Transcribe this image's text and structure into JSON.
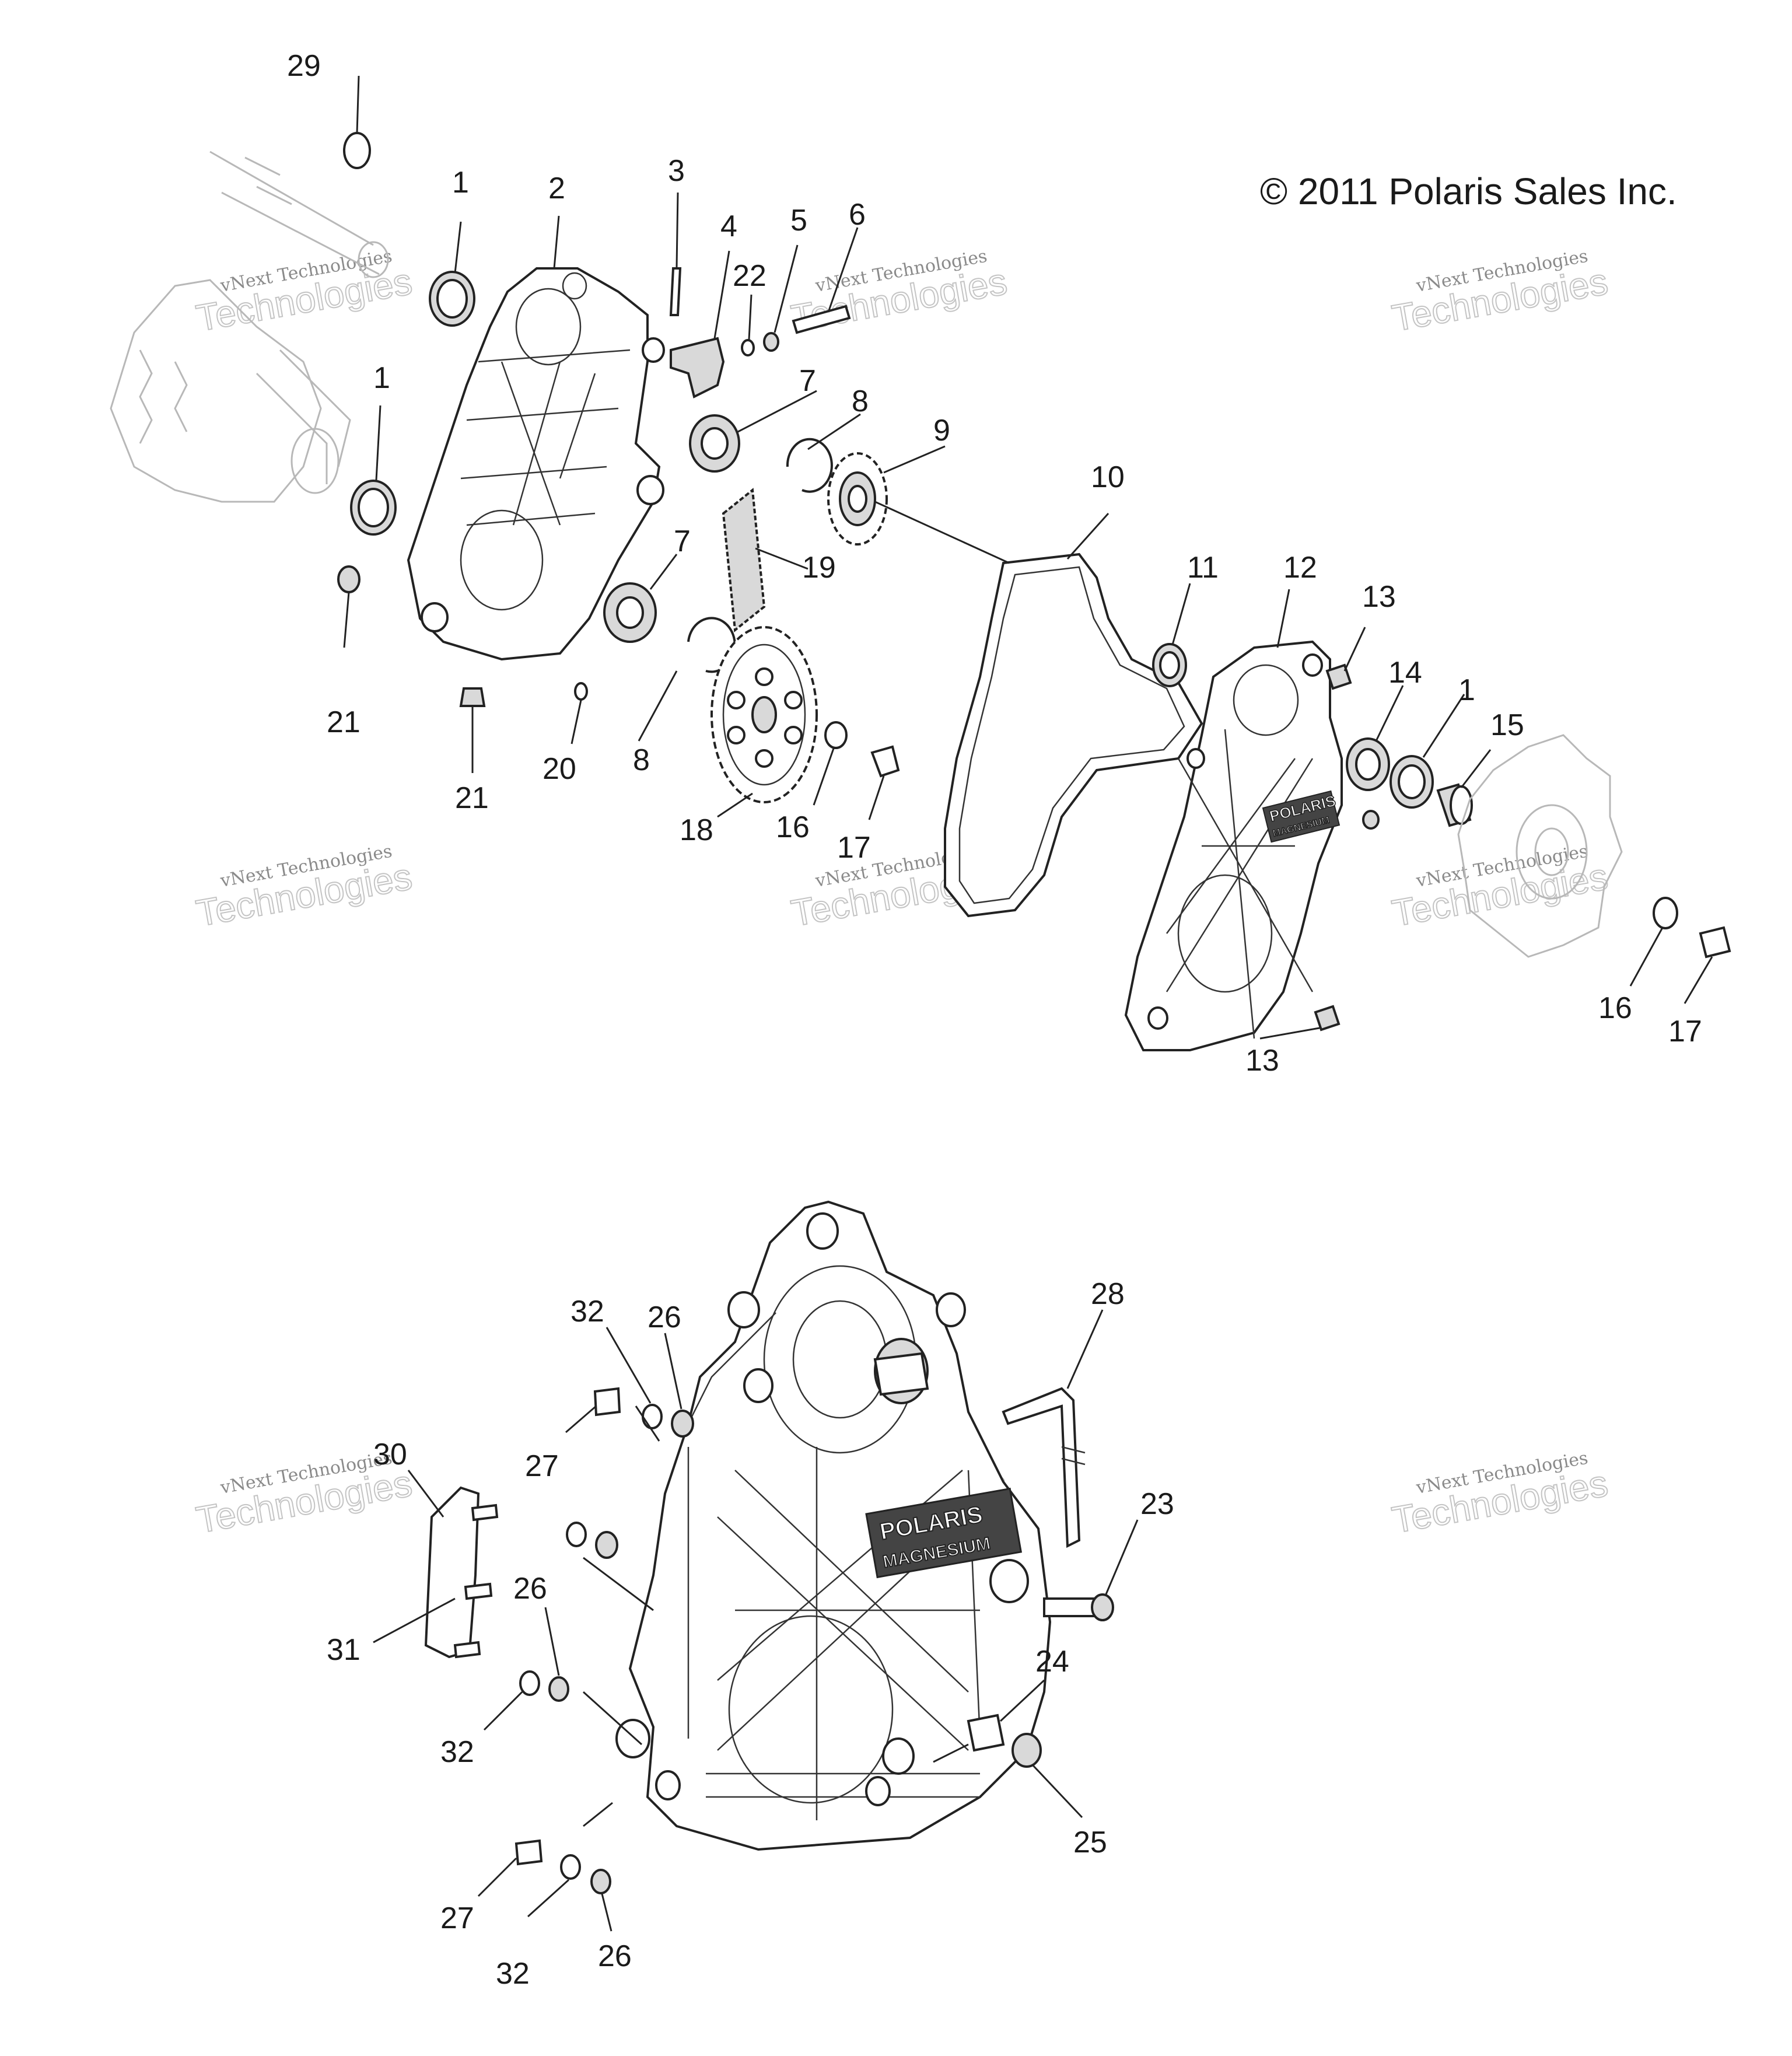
{
  "copyright": "© 2011 Polaris Sales Inc.",
  "watermark": {
    "line1": "vNext Technologies",
    "line2": "Technologies"
  },
  "badge": {
    "brand": "POLARIS",
    "material": "MAGNESIUM"
  },
  "callouts": {
    "c29": "29",
    "c1a": "1",
    "c2": "2",
    "c3": "3",
    "c4": "4",
    "c5": "5",
    "c22": "22",
    "c6": "6",
    "c1b": "1",
    "c7a": "7",
    "c8a": "8",
    "c9": "9",
    "c10": "10",
    "c19": "19",
    "c7b": "7",
    "c11": "11",
    "c12": "12",
    "c13a": "13",
    "c14": "14",
    "c1c": "1",
    "c15": "15",
    "c21a": "21",
    "c21b": "21",
    "c20": "20",
    "c8b": "8",
    "c18": "18",
    "c16a": "16",
    "c17a": "17",
    "c16b": "16",
    "c17b": "17",
    "c13b": "13",
    "c32a": "32",
    "c26a": "26",
    "c28": "28",
    "c27a": "27",
    "c30": "30",
    "c23": "23",
    "c31": "31",
    "c26b": "26",
    "c24": "24",
    "c32b": "32",
    "c25": "25",
    "c27b": "27",
    "c32c": "32",
    "c26c": "26"
  }
}
